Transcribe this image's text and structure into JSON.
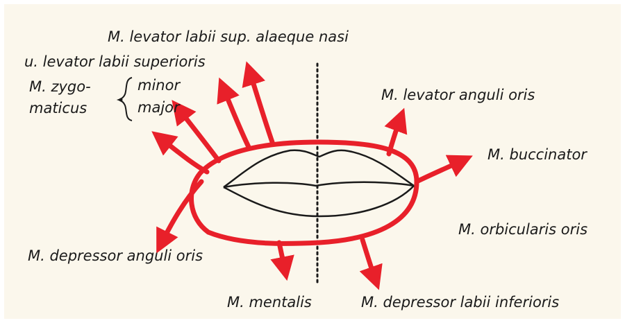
{
  "diagram": {
    "labels": {
      "levator_labii_sup_alaeque_nasi": "M. levator labii sup. alaeque nasi",
      "levator_labii_superioris": "u. levator labii superioris",
      "zygomaticus_line1": "M. zygo-",
      "zygomaticus_line2": "maticus",
      "zygomaticus_minor": "minor",
      "zygomaticus_major": "major",
      "levator_anguli_oris": "M. levator anguli oris",
      "buccinator": "M. buccinator",
      "orbicularis_oris": "M. orbicularis oris",
      "depressor_anguli_oris": "M. depressor anguli oris",
      "mentalis": "M. mentalis",
      "depressor_labii_inferioris": "M. depressor labii inferioris"
    },
    "colors": {
      "muscle": "#e8202a",
      "lips": "#1a1a1a",
      "paper": "#fbf7ec",
      "midline": "#1a1a1a"
    }
  }
}
